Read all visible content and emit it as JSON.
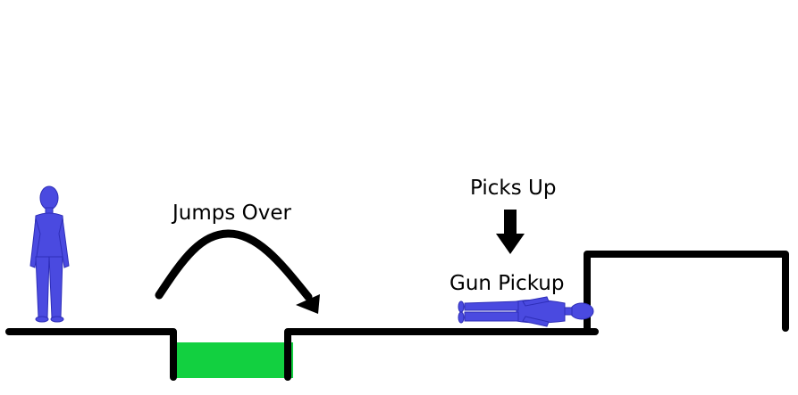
{
  "labels": {
    "jumps_over": "Jumps Over",
    "picks_up": "Picks Up",
    "gun_pickup": "Gun Pickup"
  },
  "colors": {
    "background": "#ffffff",
    "line": "#000000",
    "hazard": "#12d040",
    "figure": "#4a4ae0",
    "figure_shade": "#2e2eb8"
  },
  "icons": {
    "player": "standing-humanoid-figure",
    "pickup": "lying-humanoid-figure",
    "hazard": "green-pit-block",
    "jump": "curved-arrow",
    "pick": "down-arrow"
  }
}
